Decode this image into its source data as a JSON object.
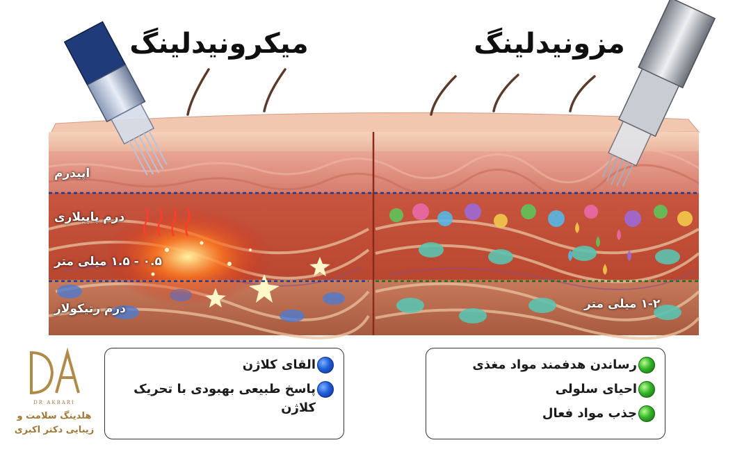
{
  "titles": {
    "left": "میکرونیدلینگ",
    "right": "مزونیدلینگ"
  },
  "layers": {
    "epidermis": "اپیدرم",
    "papillary": "درم پاپیلاری",
    "depth_left": "۰.۵ - ۱.۵ میلی متر",
    "reticular": "درم رتیکولار",
    "depth_right": "۱-۲ میلی متر"
  },
  "cards": {
    "left": {
      "bullet_color": "#1f5fd8",
      "items": [
        "القای کلاژن",
        "پاسخ طبیعی بهبودی با تحریک کلاژن"
      ]
    },
    "right": {
      "bullet_color": "#35b42a",
      "items": [
        "رساندن هدفمند مواد مغذی",
        "احیای سلولی",
        "جذب مواد فعال"
      ]
    }
  },
  "logo": {
    "mark": "DA",
    "subtitle": "DR AKBARI",
    "line1": "هلدینگ سلامت و",
    "line2": "زیبایی دکتر اکبری",
    "color": "#a07838"
  },
  "colors": {
    "divider_blue": "#1b3a8f",
    "divider_green": "#1d6b1d",
    "skin_top": "#f2c0a8",
    "dermis": "#c9634c"
  }
}
